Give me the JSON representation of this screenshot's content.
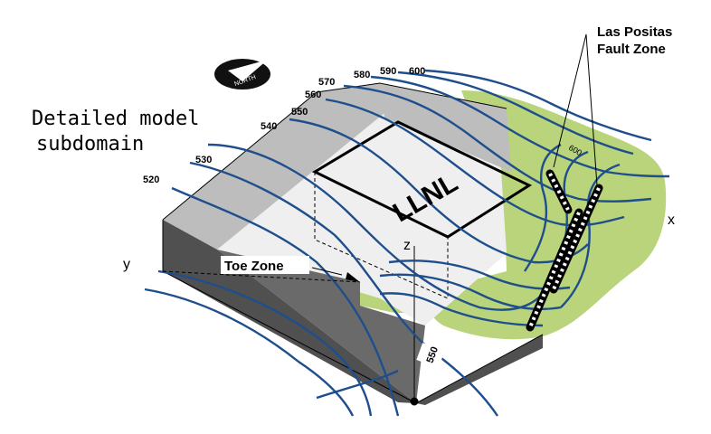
{
  "title_lines": [
    "Detailed model",
    "subdomain"
  ],
  "fault_label_lines": [
    "Las Positas",
    "Fault Zone"
  ],
  "toe_zone_label": "Toe Zone",
  "site_label": "LLNL",
  "north_label": "NORTH",
  "axis_labels": {
    "x": "x",
    "y": "y",
    "z": "z"
  },
  "contour_labels": [
    "520",
    "530",
    "540",
    "550",
    "560",
    "570",
    "580",
    "590",
    "600"
  ],
  "contour_label_600_right": "600",
  "contour_label_550_front": "550",
  "colors": {
    "contour": "#1f4e8c",
    "green_zone": "#b9d47a",
    "box_top_gray": "#bdbdbd",
    "box_side_dark": "#505050",
    "box_top_light": "#efefef"
  }
}
